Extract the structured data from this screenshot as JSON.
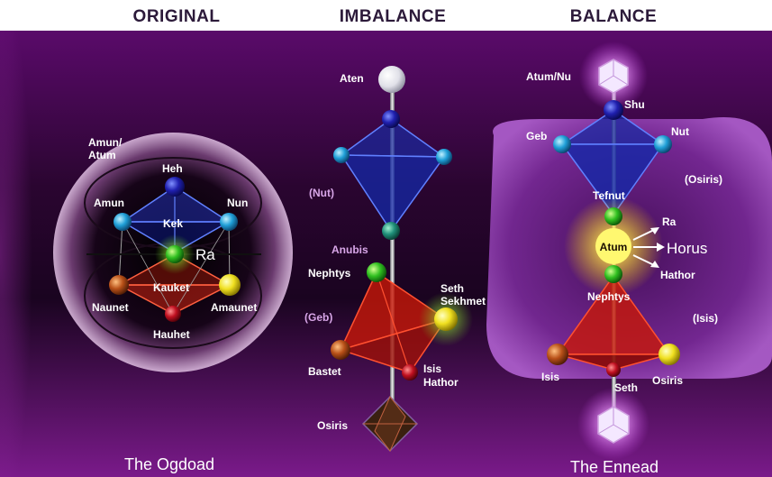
{
  "headers": {
    "original": "ORIGINAL",
    "imbalance": "IMBALANCE",
    "balance": "BALANCE"
  },
  "footers": {
    "ogdoad": "The Ogdoad",
    "ennead": "The Ennead"
  },
  "ogdoad": {
    "amun_atum": [
      "Amun/",
      "Atum"
    ],
    "heh": "Heh",
    "amun": "Amun",
    "nun": "Nun",
    "kek": "Kek",
    "ra": "Ra",
    "kauket": "Kauket",
    "naunet": "Naunet",
    "amaunet": "Amaunet",
    "hauhet": "Hauhet"
  },
  "imbalance": {
    "aten": "Aten",
    "nut": "(Nut)",
    "anubis": "Anubis",
    "nephtys": "Nephtys",
    "seth_sekhmet": [
      "Seth",
      "Sekhmet"
    ],
    "geb": "(Geb)",
    "bastet": "Bastet",
    "isis_hathor": [
      "Isis",
      "Hathor"
    ],
    "osiris": "Osiris"
  },
  "balance": {
    "atum_nu": "Atum/Nu",
    "shu": "Shu",
    "geb": "Geb",
    "nut": "Nut",
    "osiris_paren": "(Osiris)",
    "tefnut": "Tefnut",
    "ra": "Ra",
    "atum": "Atum",
    "horus": "Horus",
    "hathor": "Hathor",
    "nephtys": "Nephtys",
    "isis_paren": "(Isis)",
    "isis": "Isis",
    "osiris": "Osiris",
    "seth": "Seth"
  }
}
